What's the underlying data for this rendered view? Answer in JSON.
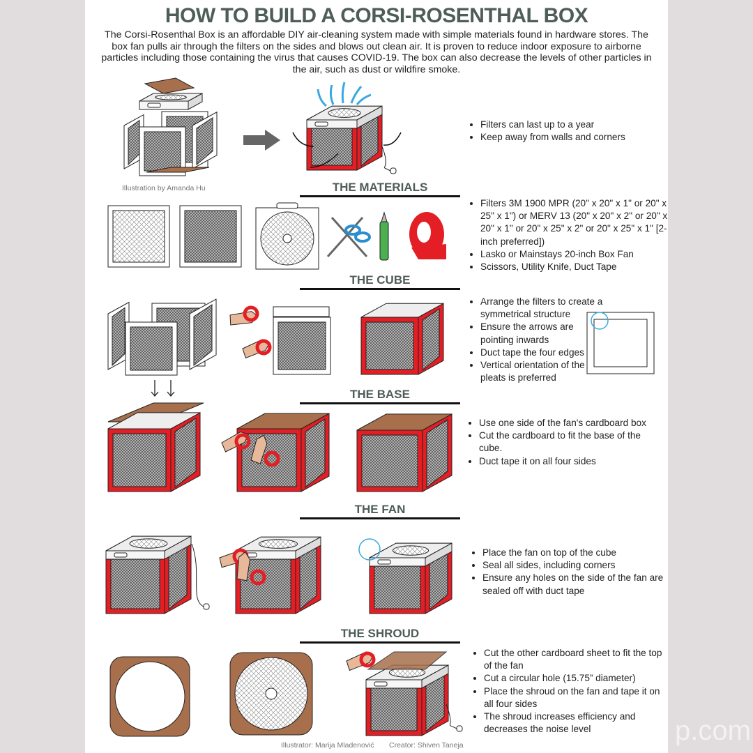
{
  "title": "HOW TO BUILD A CORSI-ROSENTHAL BOX",
  "intro": "The Corsi-Rosenthal Box is an affordable DIY air-cleaning system made with simple materials found in hardware stores. The box fan pulls air through the filters on the sides and blows out clean air. It is proven to reduce indoor exposure to airborne particles including those containing the virus that causes COVID-19. The box can also decrease the levels of other particles in the air, such as dust or wildfire smoke.",
  "overview": {
    "bullets": [
      "Filters can last up to a year",
      "Keep away from walls and corners"
    ],
    "credit": "Illustration by Amanda Hu"
  },
  "sections": [
    {
      "heading": "THE MATERIALS",
      "bullets": [
        "Filters  3M 1900 MPR (20\" x 20\" x 1\" or 20\" x 25\" x 1\") or MERV 13 (20\" x 20\" x 2\" or 20\" x 20\" x 1\" or 20\" x 25\" x 2\" or 20\" x 25\" x 1\" [2-inch preferred])",
        "Lasko or Mainstays 20-inch Box Fan",
        "Scissors, Utility Knife, Duct Tape"
      ]
    },
    {
      "heading": "THE CUBE",
      "bullets": [
        "Arrange the filters to create a symmetrical structure",
        "Ensure the arrows are pointing inwards",
        "Duct tape the four edges",
        "Vertical orientation of the pleats is preferred"
      ]
    },
    {
      "heading": "THE BASE",
      "bullets": [
        "Use one side of the fan's cardboard box",
        "Cut the cardboard to fit the base of the cube.",
        "Duct tape it on all four sides"
      ]
    },
    {
      "heading": "THE FAN",
      "bullets": [
        "Place the fan on top of the cube",
        "Seal all sides, including corners",
        "Ensure any holes on the side of the fan are sealed off with duct tape"
      ]
    },
    {
      "heading": "THE SHROUD",
      "bullets": [
        "Cut the other cardboard sheet to fit the top of the fan",
        "Cut a circular hole (15.75” diameter)",
        "Place the shroud on the fan and tape it on all four sides",
        "The shroud increases efficiency and decreases the noise level"
      ]
    }
  ],
  "footer": {
    "illustrator": "Illustrator: Marija Mladenović",
    "creator": "Creator: Shiven Taneja"
  },
  "watermark": "p.com",
  "colors": {
    "heading": "#4f5d5a",
    "tape": "#e31e24",
    "cardboard": "#a86f4c",
    "air": "#3aa9e0"
  }
}
